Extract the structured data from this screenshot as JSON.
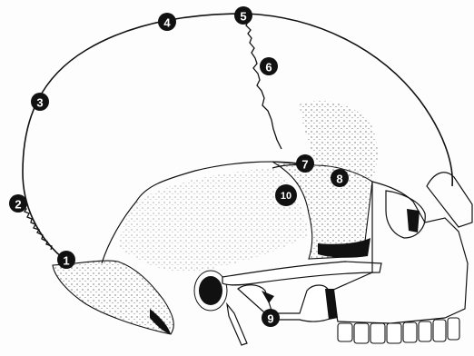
{
  "diagram": {
    "markers": [
      {
        "id": "m1",
        "label": "1"
      },
      {
        "id": "m2",
        "label": "2"
      },
      {
        "id": "m3",
        "label": "3"
      },
      {
        "id": "m4",
        "label": "4"
      },
      {
        "id": "m5",
        "label": "5"
      },
      {
        "id": "m6",
        "label": "6"
      },
      {
        "id": "m7",
        "label": "7"
      },
      {
        "id": "m8",
        "label": "8"
      },
      {
        "id": "m9",
        "label": "9"
      },
      {
        "id": "m10",
        "label": "10"
      }
    ]
  }
}
